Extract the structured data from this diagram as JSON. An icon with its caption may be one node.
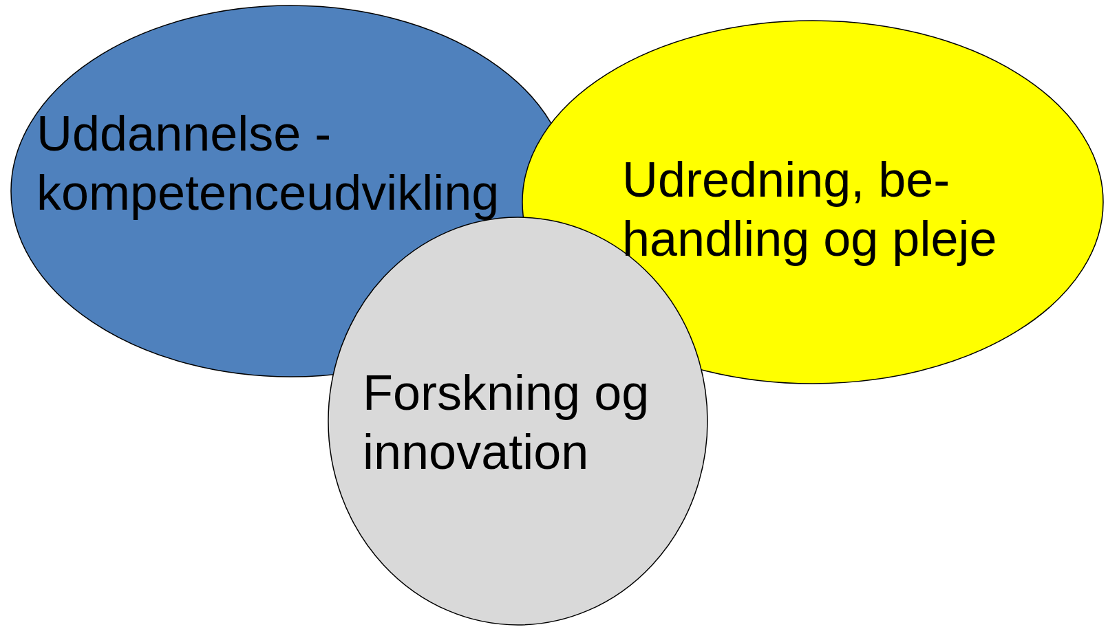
{
  "diagram": {
    "nodes": [
      {
        "text": [
          "Uddannelse - kompetenceudvikling"
        ]
      },
      {
        "text": [
          "Udredning, be- handling og pleje"
        ]
      },
      {
        "text": [
          "Forskning og innovation"
        ]
      }
    ]
  }
}
